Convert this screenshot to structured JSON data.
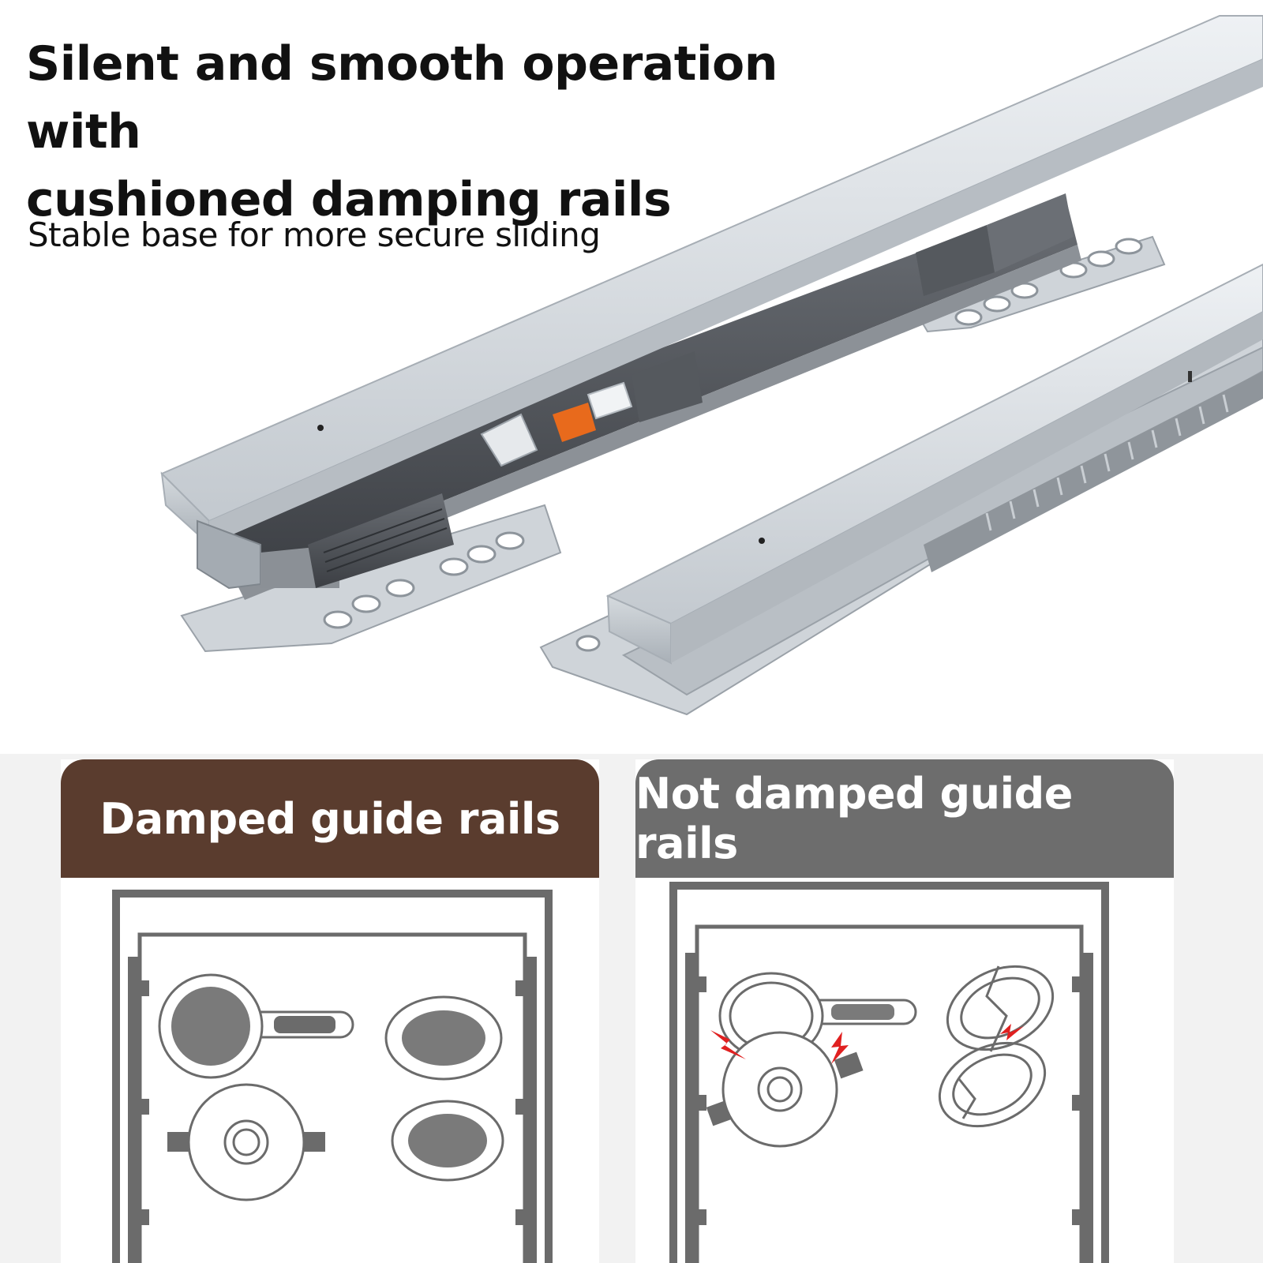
{
  "headline": {
    "line1": "Silent and smooth operation with",
    "line2": "cushioned damping rails"
  },
  "subheadline": "Stable base for more secure sliding",
  "comparison": {
    "damped": {
      "label": "Damped guide rails",
      "color": "#5a3c2e"
    },
    "not_damped": {
      "label": "Not damped guide rails",
      "color": "#6d6d6d"
    }
  },
  "colors": {
    "rail_metal": "#c9ced3",
    "damper_dark": "#4a4d52",
    "accent_orange": "#e86a1c",
    "impact_red": "#e02020"
  }
}
